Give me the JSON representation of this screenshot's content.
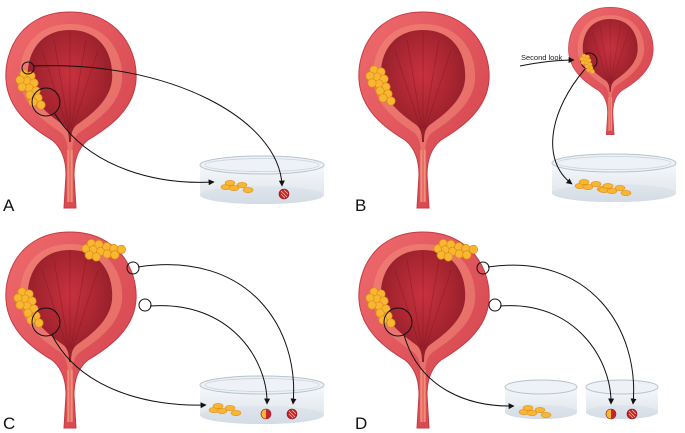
{
  "panels": [
    {
      "label": "A"
    },
    {
      "label": "B",
      "annotation": "Second look"
    },
    {
      "label": "C"
    },
    {
      "label": "D"
    }
  ],
  "colors": {
    "bladder_outer": "#e4555a",
    "bladder_inner": "#c93a44",
    "lumen": "#a8242f",
    "tumor": "#f7b733",
    "tumor_edge": "#e08a12",
    "dish": "#dfe6ee",
    "arrow": "#111111"
  }
}
